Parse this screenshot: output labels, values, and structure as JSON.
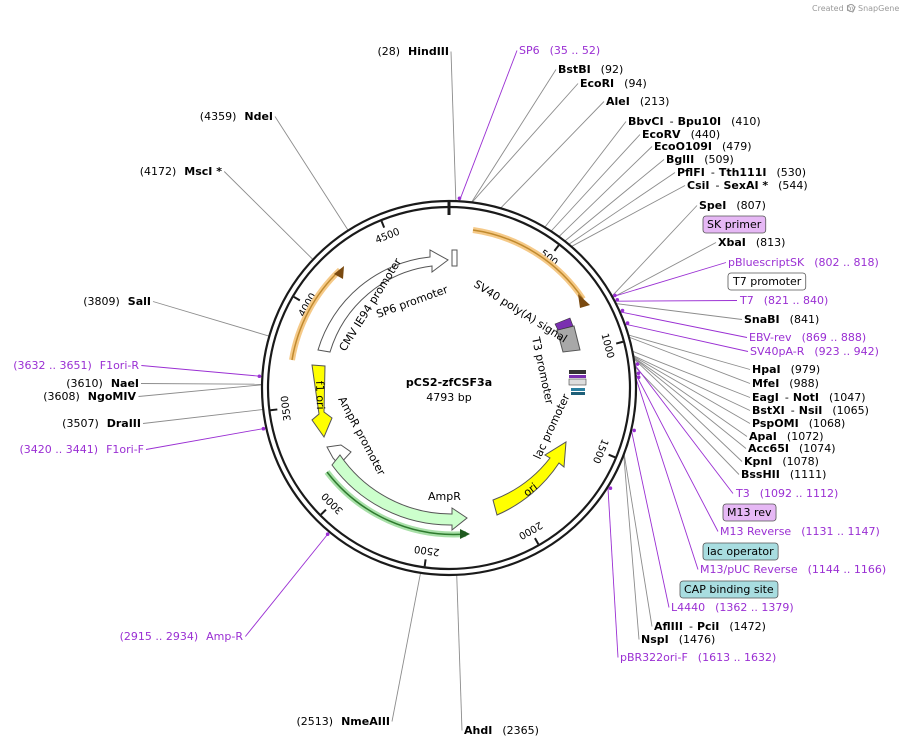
{
  "credit": "Created by",
  "brand": "SnapGene",
  "plasmid": {
    "name": "pCS2-zfCSF3a",
    "length": "4793 bp"
  },
  "colors": {
    "backbone": "#1a1a1a",
    "primer": "#9a2fd3",
    "enzyme_line": "#8c8c8c",
    "promoter_fill": "#ffffff",
    "ori_fill": "#ffff00",
    "ampr_fill": "#ccffcc",
    "halo_orange": "#f5c987",
    "halo_green": "#78c878",
    "boxed_lavender": "#e6b8f5",
    "boxed_teal": "#a8dde0",
    "boxed_white": "#ffffff"
  },
  "ticks": [
    "500",
    "1000",
    "1500",
    "2000",
    "2500",
    "3000",
    "3500",
    "4000",
    "4500"
  ],
  "features": [
    {
      "label": "CMV IE94 promoter",
      "type": "promoter"
    },
    {
      "label": "SP6 promoter",
      "type": "promoter"
    },
    {
      "label": "SV40 poly(A) signal",
      "type": "terminator"
    },
    {
      "label": "T3 promoter",
      "type": "promoter"
    },
    {
      "label": "lac promoter",
      "type": "promoter"
    },
    {
      "label": "ori",
      "type": "ori"
    },
    {
      "label": "AmpR",
      "type": "cds"
    },
    {
      "label": "AmpR promoter",
      "type": "promoter"
    },
    {
      "label": "f1 ori",
      "type": "ori"
    }
  ],
  "right_labels": [
    {
      "kind": "primer",
      "name": "SP6",
      "pos": "(35 .. 52)"
    },
    {
      "kind": "enzyme",
      "name": "BstBI",
      "pos": "(92)"
    },
    {
      "kind": "enzyme",
      "name": "EcoRI",
      "pos": "(94)"
    },
    {
      "kind": "enzyme",
      "name": "AleI",
      "pos": "(213)"
    },
    {
      "kind": "enzyme",
      "name": "BbvCI",
      "name2": "Bpu10I",
      "pos": "(410)"
    },
    {
      "kind": "enzyme",
      "name": "EcoRV",
      "pos": "(440)"
    },
    {
      "kind": "enzyme",
      "name": "EcoO109I",
      "pos": "(479)"
    },
    {
      "kind": "enzyme",
      "name": "BglII",
      "pos": "(509)"
    },
    {
      "kind": "enzyme",
      "name": "PflFI",
      "name2": "Tth111I",
      "pos": "(530)"
    },
    {
      "kind": "enzyme",
      "name": "CsiI",
      "name2": "SexAI *",
      "pos": "(544)"
    },
    {
      "kind": "enzyme",
      "name": "SpeI",
      "pos": "(807)"
    },
    {
      "kind": "boxed",
      "name": "SK primer",
      "style": "lavender"
    },
    {
      "kind": "enzyme",
      "name": "XbaI",
      "pos": "(813)"
    },
    {
      "kind": "primer",
      "name": "pBluescriptSK",
      "pos": "(802 .. 818)"
    },
    {
      "kind": "boxed",
      "name": "T7 promoter",
      "style": "white"
    },
    {
      "kind": "primer",
      "name": "T7",
      "pos": "(821 .. 840)"
    },
    {
      "kind": "enzyme",
      "name": "SnaBI",
      "pos": "(841)"
    },
    {
      "kind": "primer",
      "name": "EBV-rev",
      "pos": "(869 .. 888)"
    },
    {
      "kind": "primer",
      "name": "SV40pA-R",
      "pos": "(923 .. 942)"
    },
    {
      "kind": "enzyme",
      "name": "HpaI",
      "pos": "(979)"
    },
    {
      "kind": "enzyme",
      "name": "MfeI",
      "pos": "(988)"
    },
    {
      "kind": "enzyme",
      "name": "EagI",
      "name2": "NotI",
      "pos": "(1047)"
    },
    {
      "kind": "enzyme",
      "name": "BstXI",
      "name2": "NsiI",
      "pos": "(1065)"
    },
    {
      "kind": "enzyme",
      "name": "PspOMI",
      "pos": "(1068)"
    },
    {
      "kind": "enzyme",
      "name": "ApaI",
      "pos": "(1072)"
    },
    {
      "kind": "enzyme",
      "name": "Acc65I",
      "pos": "(1074)"
    },
    {
      "kind": "enzyme",
      "name": "KpnI",
      "pos": "(1078)"
    },
    {
      "kind": "enzyme",
      "name": "BssHII",
      "pos": "(1111)"
    },
    {
      "kind": "primer",
      "name": "T3",
      "pos": "(1092 .. 1112)"
    },
    {
      "kind": "boxed",
      "name": "M13 rev",
      "style": "lavender"
    },
    {
      "kind": "primer",
      "name": "M13 Reverse",
      "pos": "(1131 .. 1147)"
    },
    {
      "kind": "boxed",
      "name": "lac operator",
      "style": "teal"
    },
    {
      "kind": "primer",
      "name": "M13/pUC Reverse",
      "pos": "(1144 .. 1166)"
    },
    {
      "kind": "boxed",
      "name": "CAP binding site",
      "style": "teal"
    },
    {
      "kind": "primer",
      "name": "L4440",
      "pos": "(1362 .. 1379)"
    },
    {
      "kind": "enzyme",
      "name": "AflIII",
      "name2": "PciI",
      "pos": "(1472)"
    },
    {
      "kind": "enzyme",
      "name": "NspI",
      "pos": "(1476)"
    },
    {
      "kind": "primer",
      "name": "pBR322ori-F",
      "pos": "(1613 .. 1632)"
    }
  ],
  "bottom_labels": [
    {
      "kind": "enzyme",
      "name": "AhdI",
      "pos": "(2365)"
    },
    {
      "kind": "enzyme",
      "name": "NmeAIII",
      "pos": "(2513)"
    }
  ],
  "left_labels": [
    {
      "kind": "enzyme",
      "name": "HindIII",
      "pos": "(28)"
    },
    {
      "kind": "enzyme",
      "name": "NdeI",
      "pos": "(4359)"
    },
    {
      "kind": "enzyme",
      "name": "MscI *",
      "pos": "(4172)"
    },
    {
      "kind": "enzyme",
      "name": "SalI",
      "pos": "(3809)"
    },
    {
      "kind": "primer",
      "name": "F1ori-R",
      "pos": "(3632 .. 3651)"
    },
    {
      "kind": "enzyme",
      "name": "NaeI",
      "pos": "(3610)"
    },
    {
      "kind": "enzyme",
      "name": "NgoMIV",
      "pos": "(3608)"
    },
    {
      "kind": "enzyme",
      "name": "DraIII",
      "pos": "(3507)"
    },
    {
      "kind": "primer",
      "name": "F1ori-F",
      "pos": "(3420 .. 3441)"
    },
    {
      "kind": "primer",
      "name": "Amp-R",
      "pos": "(2915 .. 2934)"
    }
  ]
}
